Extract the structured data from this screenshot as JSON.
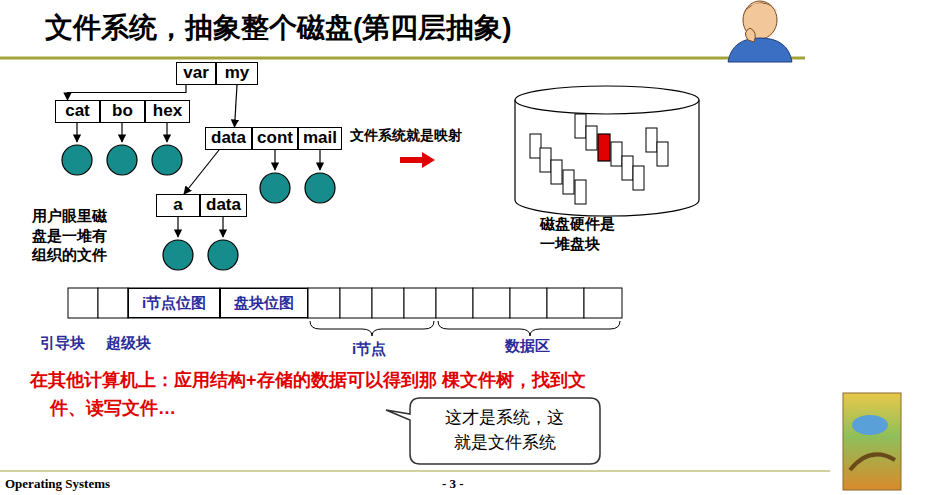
{
  "diagram": {
    "title": "文件系统，抽象整个磁盘(第四层抽象)",
    "nodes": [
      {
        "text": [
          "var"
        ]
      },
      {
        "text": [
          "my"
        ]
      },
      {
        "text": [
          "cat"
        ]
      },
      {
        "text": [
          "bo"
        ]
      },
      {
        "text": [
          "hex"
        ]
      },
      {
        "text": [
          "data"
        ]
      },
      {
        "text": [
          "cont"
        ]
      },
      {
        "text": [
          "mail"
        ]
      },
      {
        "text": [
          "a"
        ]
      },
      {
        "text": [
          "data"
        ]
      },
      {
        "text": [
          "i节点位图"
        ]
      },
      {
        "text": [
          "盘块位图"
        ]
      },
      {
        "text": [
          "这才是系统，这 就是文件系统"
        ]
      }
    ],
    "edges": [
      {
        "from": 0,
        "to": 2,
        "arrow": "to"
      },
      {
        "from": 1,
        "to": 5,
        "arrow": "to"
      },
      {
        "from": 5,
        "to": 8,
        "arrow": "to"
      }
    ],
    "labels": [
      "文件系统就是映射",
      "用户眼里磁 盘是一堆有 组织的文件",
      "磁盘硬件是 一堆盘块",
      "引导块",
      "超级块",
      "i节点",
      "数据区",
      "在其他计算机上：应用结构+存储的数据可以得到那 棵文件树，找到文件、读写文件…",
      "Operating Systems",
      "- 3 -"
    ]
  }
}
